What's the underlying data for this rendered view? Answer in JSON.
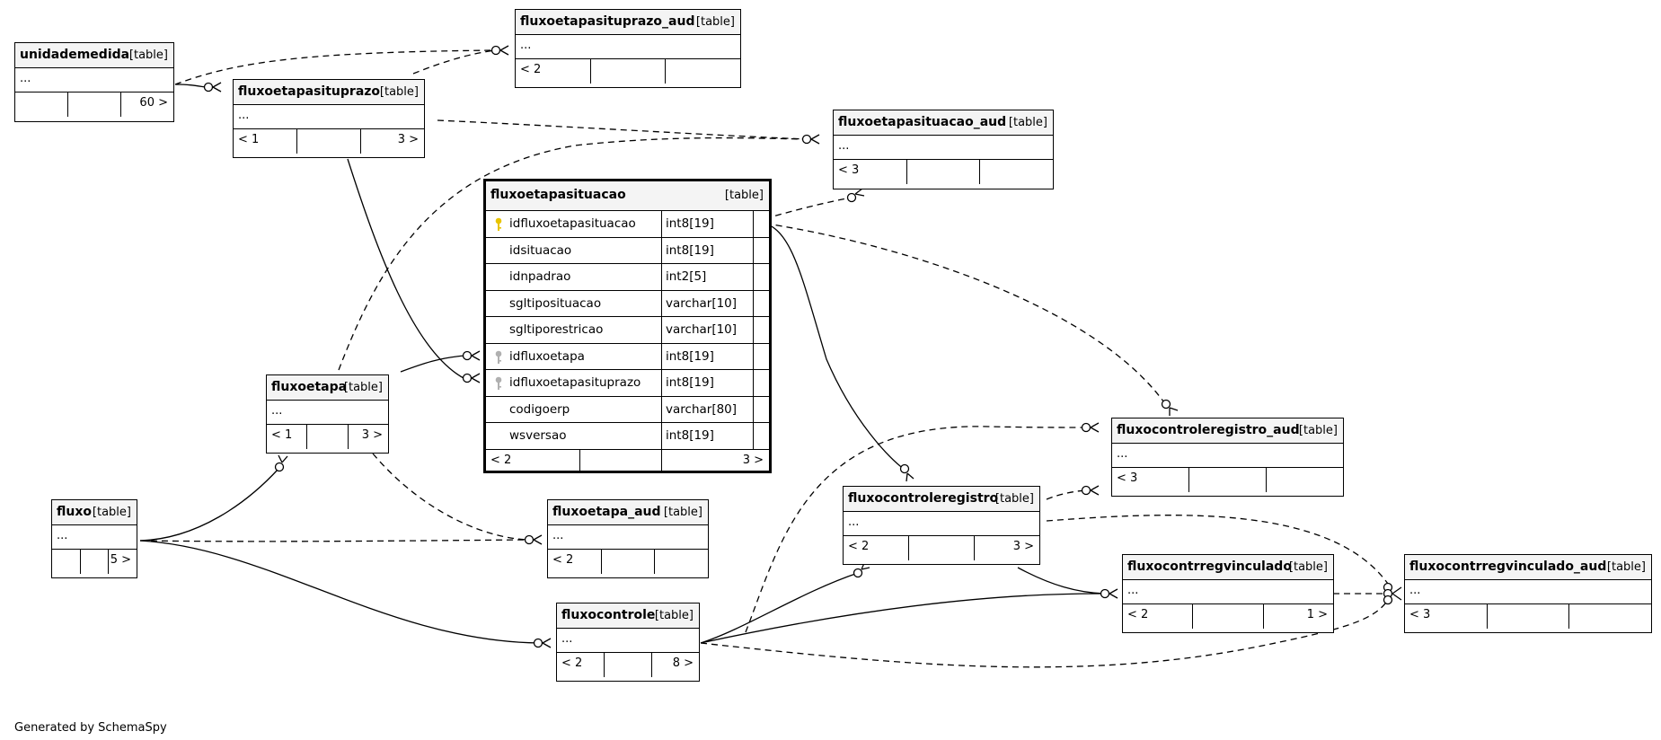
{
  "footer": "Generated by SchemaSpy",
  "tables": {
    "unidademedida": {
      "name": "unidademedida",
      "tag": "[table]",
      "body": "...",
      "foot": [
        "",
        "",
        "60 >"
      ]
    },
    "fluxoetapasituprazo_aud": {
      "name": "fluxoetapasituprazo_aud",
      "tag": "[table]",
      "body": "...",
      "foot": [
        "< 2",
        "",
        ""
      ]
    },
    "fluxoetapasituprazo": {
      "name": "fluxoetapasituprazo",
      "tag": "[table]",
      "body": "...",
      "foot": [
        "< 1",
        "",
        "3 >"
      ]
    },
    "fluxoetapasituacao_aud": {
      "name": "fluxoetapasituacao_aud",
      "tag": "[table]",
      "body": "...",
      "foot": [
        "< 3",
        "",
        ""
      ]
    },
    "fluxoetapa": {
      "name": "fluxoetapa",
      "tag": "[table]",
      "body": "...",
      "foot": [
        "< 1",
        "",
        "3 >"
      ]
    },
    "fluxo": {
      "name": "fluxo",
      "tag": "[table]",
      "body": "...",
      "foot": [
        "",
        "",
        "5 >"
      ]
    },
    "fluxoetapa_aud": {
      "name": "fluxoetapa_aud",
      "tag": "[table]",
      "body": "...",
      "foot": [
        "< 2",
        "",
        ""
      ]
    },
    "fluxocontrole": {
      "name": "fluxocontrole",
      "tag": "[table]",
      "body": "...",
      "foot": [
        "< 2",
        "",
        "8 >"
      ]
    },
    "fluxocontroleregistro": {
      "name": "fluxocontroleregistro",
      "tag": "[table]",
      "body": "...",
      "foot": [
        "< 2",
        "",
        "3 >"
      ]
    },
    "fluxocontroleregistro_aud": {
      "name": "fluxocontroleregistro_aud",
      "tag": "[table]",
      "body": "...",
      "foot": [
        "< 3",
        "",
        ""
      ]
    },
    "fluxocontrregvinculado": {
      "name": "fluxocontrregvinculado",
      "tag": "[table]",
      "body": "...",
      "foot": [
        "< 2",
        "",
        "1 >"
      ]
    },
    "fluxocontrregvinculado_aud": {
      "name": "fluxocontrregvinculado_aud",
      "tag": "[table]",
      "body": "...",
      "foot": [
        "< 3",
        "",
        ""
      ]
    }
  },
  "focus": {
    "name": "fluxoetapasituacao",
    "tag": "[table]",
    "columns": [
      {
        "name": "idfluxoetapasituacao",
        "type": "int8[19]",
        "key": "primary"
      },
      {
        "name": "idsituacao",
        "type": "int8[19]",
        "key": "none"
      },
      {
        "name": "idnpadrao",
        "type": "int2[5]",
        "key": "none"
      },
      {
        "name": "sgltiposituacao",
        "type": "varchar[10]",
        "key": "none"
      },
      {
        "name": "sgltiporestricao",
        "type": "varchar[10]",
        "key": "none"
      },
      {
        "name": "idfluxoetapa",
        "type": "int8[19]",
        "key": "foreign"
      },
      {
        "name": "idfluxoetapasituprazo",
        "type": "int8[19]",
        "key": "foreign"
      },
      {
        "name": "codigoerp",
        "type": "varchar[80]",
        "key": "none"
      },
      {
        "name": "wsversao",
        "type": "int8[19]",
        "key": "none"
      }
    ],
    "foot": [
      "< 2",
      "",
      "3 >"
    ]
  },
  "colors": {
    "primary_key": "#e8c400",
    "foreign_key": "#b0b0b0",
    "header_bg": "#f4f4f4",
    "line": "#000000"
  }
}
